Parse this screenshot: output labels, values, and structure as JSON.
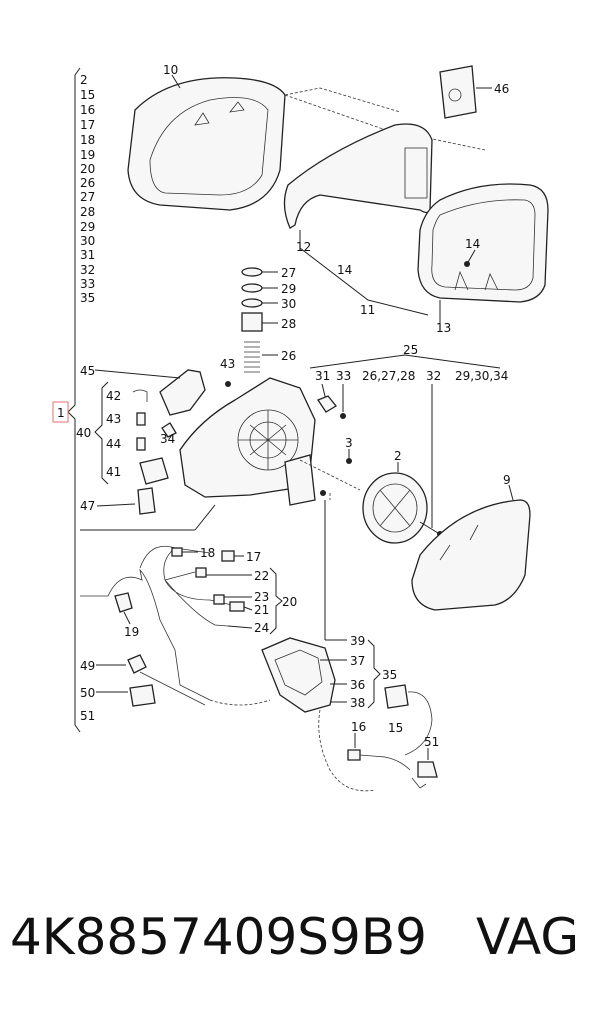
{
  "diagram": {
    "left_column": [
      "2",
      "15",
      "16",
      "17",
      "18",
      "19",
      "20",
      "26",
      "27",
      "28",
      "29",
      "30",
      "31",
      "32",
      "33",
      "35"
    ],
    "main_label": "1",
    "group_40_label": "40",
    "group_40_items": [
      "42",
      "43",
      "44",
      "41"
    ],
    "spring_stack": [
      "27",
      "29",
      "30",
      "28",
      "26"
    ],
    "callouts": {
      "c10": "10",
      "c46": "46",
      "c12": "12",
      "c14a": "14",
      "c14b": "14",
      "c11": "11",
      "c13": "13",
      "c45": "45",
      "c43": "43",
      "c34": "34",
      "c47": "47",
      "c25": "25",
      "c31": "31",
      "c33": "33",
      "c26_27_28": "26,27,28",
      "c32": "32",
      "c29_30_34": "29,30,34",
      "c3": "3",
      "c2": "2",
      "c9": "9",
      "c18": "18",
      "c17": "17",
      "c22": "22",
      "c23": "23",
      "c21": "21",
      "c20": "20",
      "c24": "24",
      "c19": "19",
      "c39": "39",
      "c37": "37",
      "c36": "36",
      "c38": "38",
      "c35": "35",
      "c49": "49",
      "c50": "50",
      "c51a": "51",
      "c15": "15",
      "c16": "16",
      "c51b": "51"
    }
  },
  "footer": {
    "part_number": "4K8857409S9B9",
    "brand": "VAG"
  },
  "colors": {
    "highlight_box": "#e07070",
    "ink": "#222222"
  }
}
